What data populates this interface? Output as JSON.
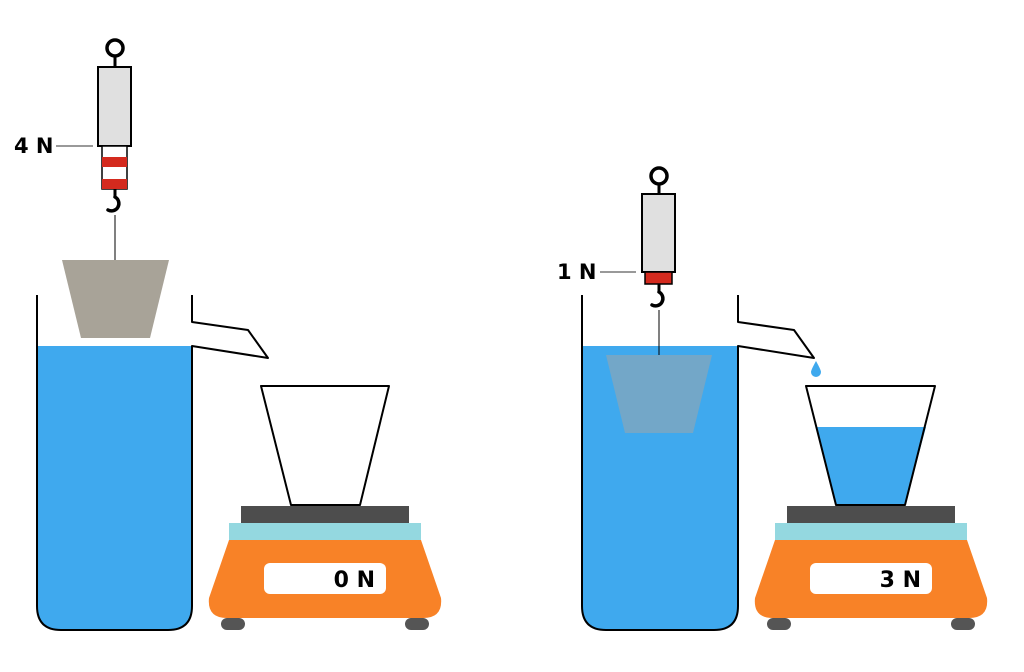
{
  "left_scene": {
    "spring_scale_reading": "4 N",
    "balance_display": "0 N"
  },
  "right_scene": {
    "spring_scale_reading": "1 N",
    "balance_display": "3 N"
  },
  "colors": {
    "water": "#3fa9ee",
    "object": "#a8a398",
    "object_submerged": "#73a7c8",
    "scale_body": "#e0e0e0",
    "scale_marker": "#d42a1e",
    "balance_base": "#f88227",
    "balance_top": "#94d8e0",
    "balance_pan": "#4d4d4d"
  }
}
